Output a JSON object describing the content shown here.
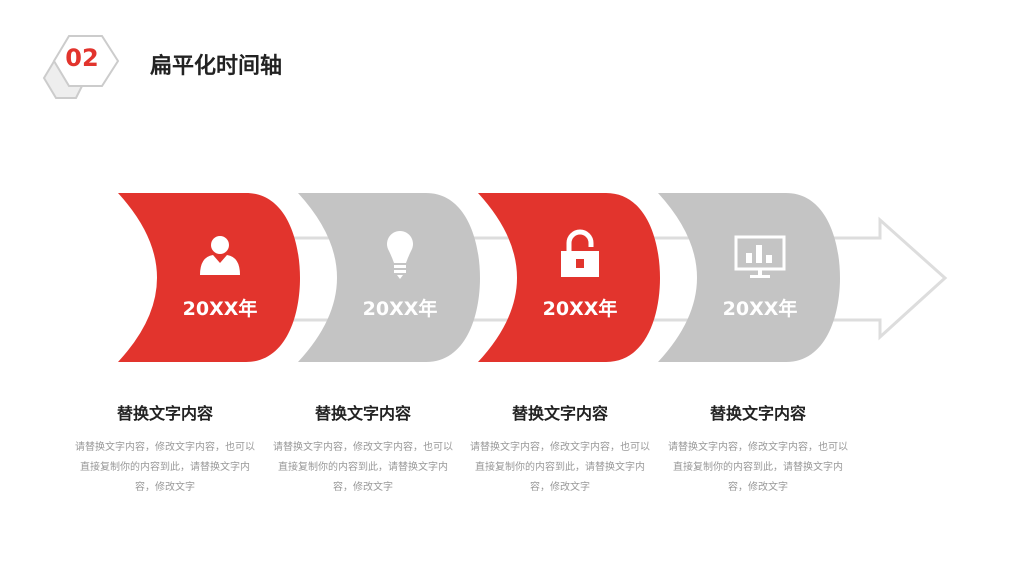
{
  "header": {
    "number": "02",
    "title": "扁平化时间轴"
  },
  "colors": {
    "accent": "#e2342d",
    "gray": "#c4c4c4"
  },
  "steps": [
    {
      "year": "20XX年",
      "icon": "user-icon",
      "color": "#e2342d",
      "title": "替换文字内容",
      "desc": "请替换文字内容，修改文字内容，也可以直接复制你的内容到此，请替换文字内容，修改文字"
    },
    {
      "year": "20XX年",
      "icon": "lightbulb-icon",
      "color": "#c4c4c4",
      "title": "替换文字内容",
      "desc": "请替换文字内容，修改文字内容，也可以直接复制你的内容到此，请替换文字内容，修改文字"
    },
    {
      "year": "20XX年",
      "icon": "unlock-icon",
      "color": "#e2342d",
      "title": "替换文字内容",
      "desc": "请替换文字内容，修改文字内容，也可以直接复制你的内容到此，请替换文字内容，修改文字"
    },
    {
      "year": "20XX年",
      "icon": "chart-monitor-icon",
      "color": "#c4c4c4",
      "title": "替换文字内容",
      "desc": "请替换文字内容，修改文字内容，也可以直接复制你的内容到此，请替换文字内容，修改文字"
    }
  ]
}
